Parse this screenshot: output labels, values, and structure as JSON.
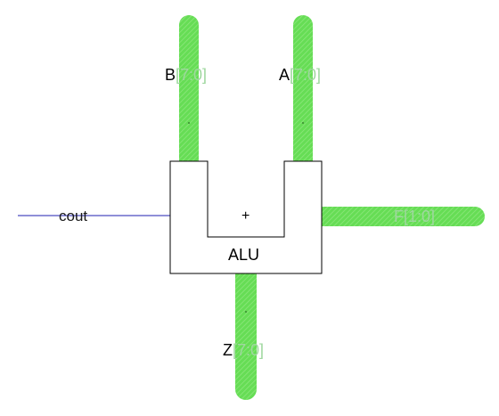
{
  "colors": {
    "background": "#ffffff",
    "bus_fill": "#66dd55",
    "wire": "#1f1fb0",
    "outline": "#000000",
    "faded_text": "#9fd79f"
  },
  "alu": {
    "label": "ALU",
    "operator": "+"
  },
  "ports": {
    "b": {
      "name": "B",
      "range": "[7:0]"
    },
    "a": {
      "name": "A",
      "range": "[7:0]"
    },
    "z": {
      "name": "Z",
      "range": "[7:0]"
    },
    "f": {
      "name": "",
      "range": "F[1:0]"
    },
    "cout": {
      "name": "cout"
    }
  }
}
